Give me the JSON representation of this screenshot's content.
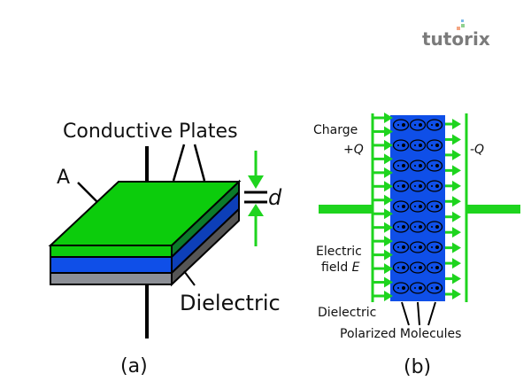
{
  "logo": {
    "text": "tutorix",
    "dot_colors": [
      "#f4a582",
      "#8fd18f",
      "#7ab8e8"
    ]
  },
  "colors": {
    "plate_green": "#0ccc0c",
    "plate_green_dark": "#0b7a2a",
    "dielectric_blue": "#0f4fe8",
    "dielectric_blue_dark": "#0d3fb8",
    "bottom_gray": "#8c8f96",
    "bottom_gray_dark": "#555555",
    "field_green": "#1ed41e",
    "outline": "#000000"
  },
  "figure_a": {
    "label_conductive_plates": "Conductive Plates",
    "label_area": "A",
    "label_distance": "d",
    "label_dielectric": "Dielectric",
    "caption": "(a)"
  },
  "figure_b": {
    "label_charge": "Charge",
    "label_plus_q": "+Q",
    "label_minus_q": "-Q",
    "label_electric": "Electric",
    "label_field": "field ",
    "label_field_symbol": "E",
    "label_dielectric": "Dielectric",
    "label_polarized_molecules": "Polarized Molecules",
    "caption": "(b)",
    "molecule_rows": 9,
    "molecule_columns": 3,
    "field_arrow_count_left": 14,
    "field_arrow_count_right": 12
  }
}
